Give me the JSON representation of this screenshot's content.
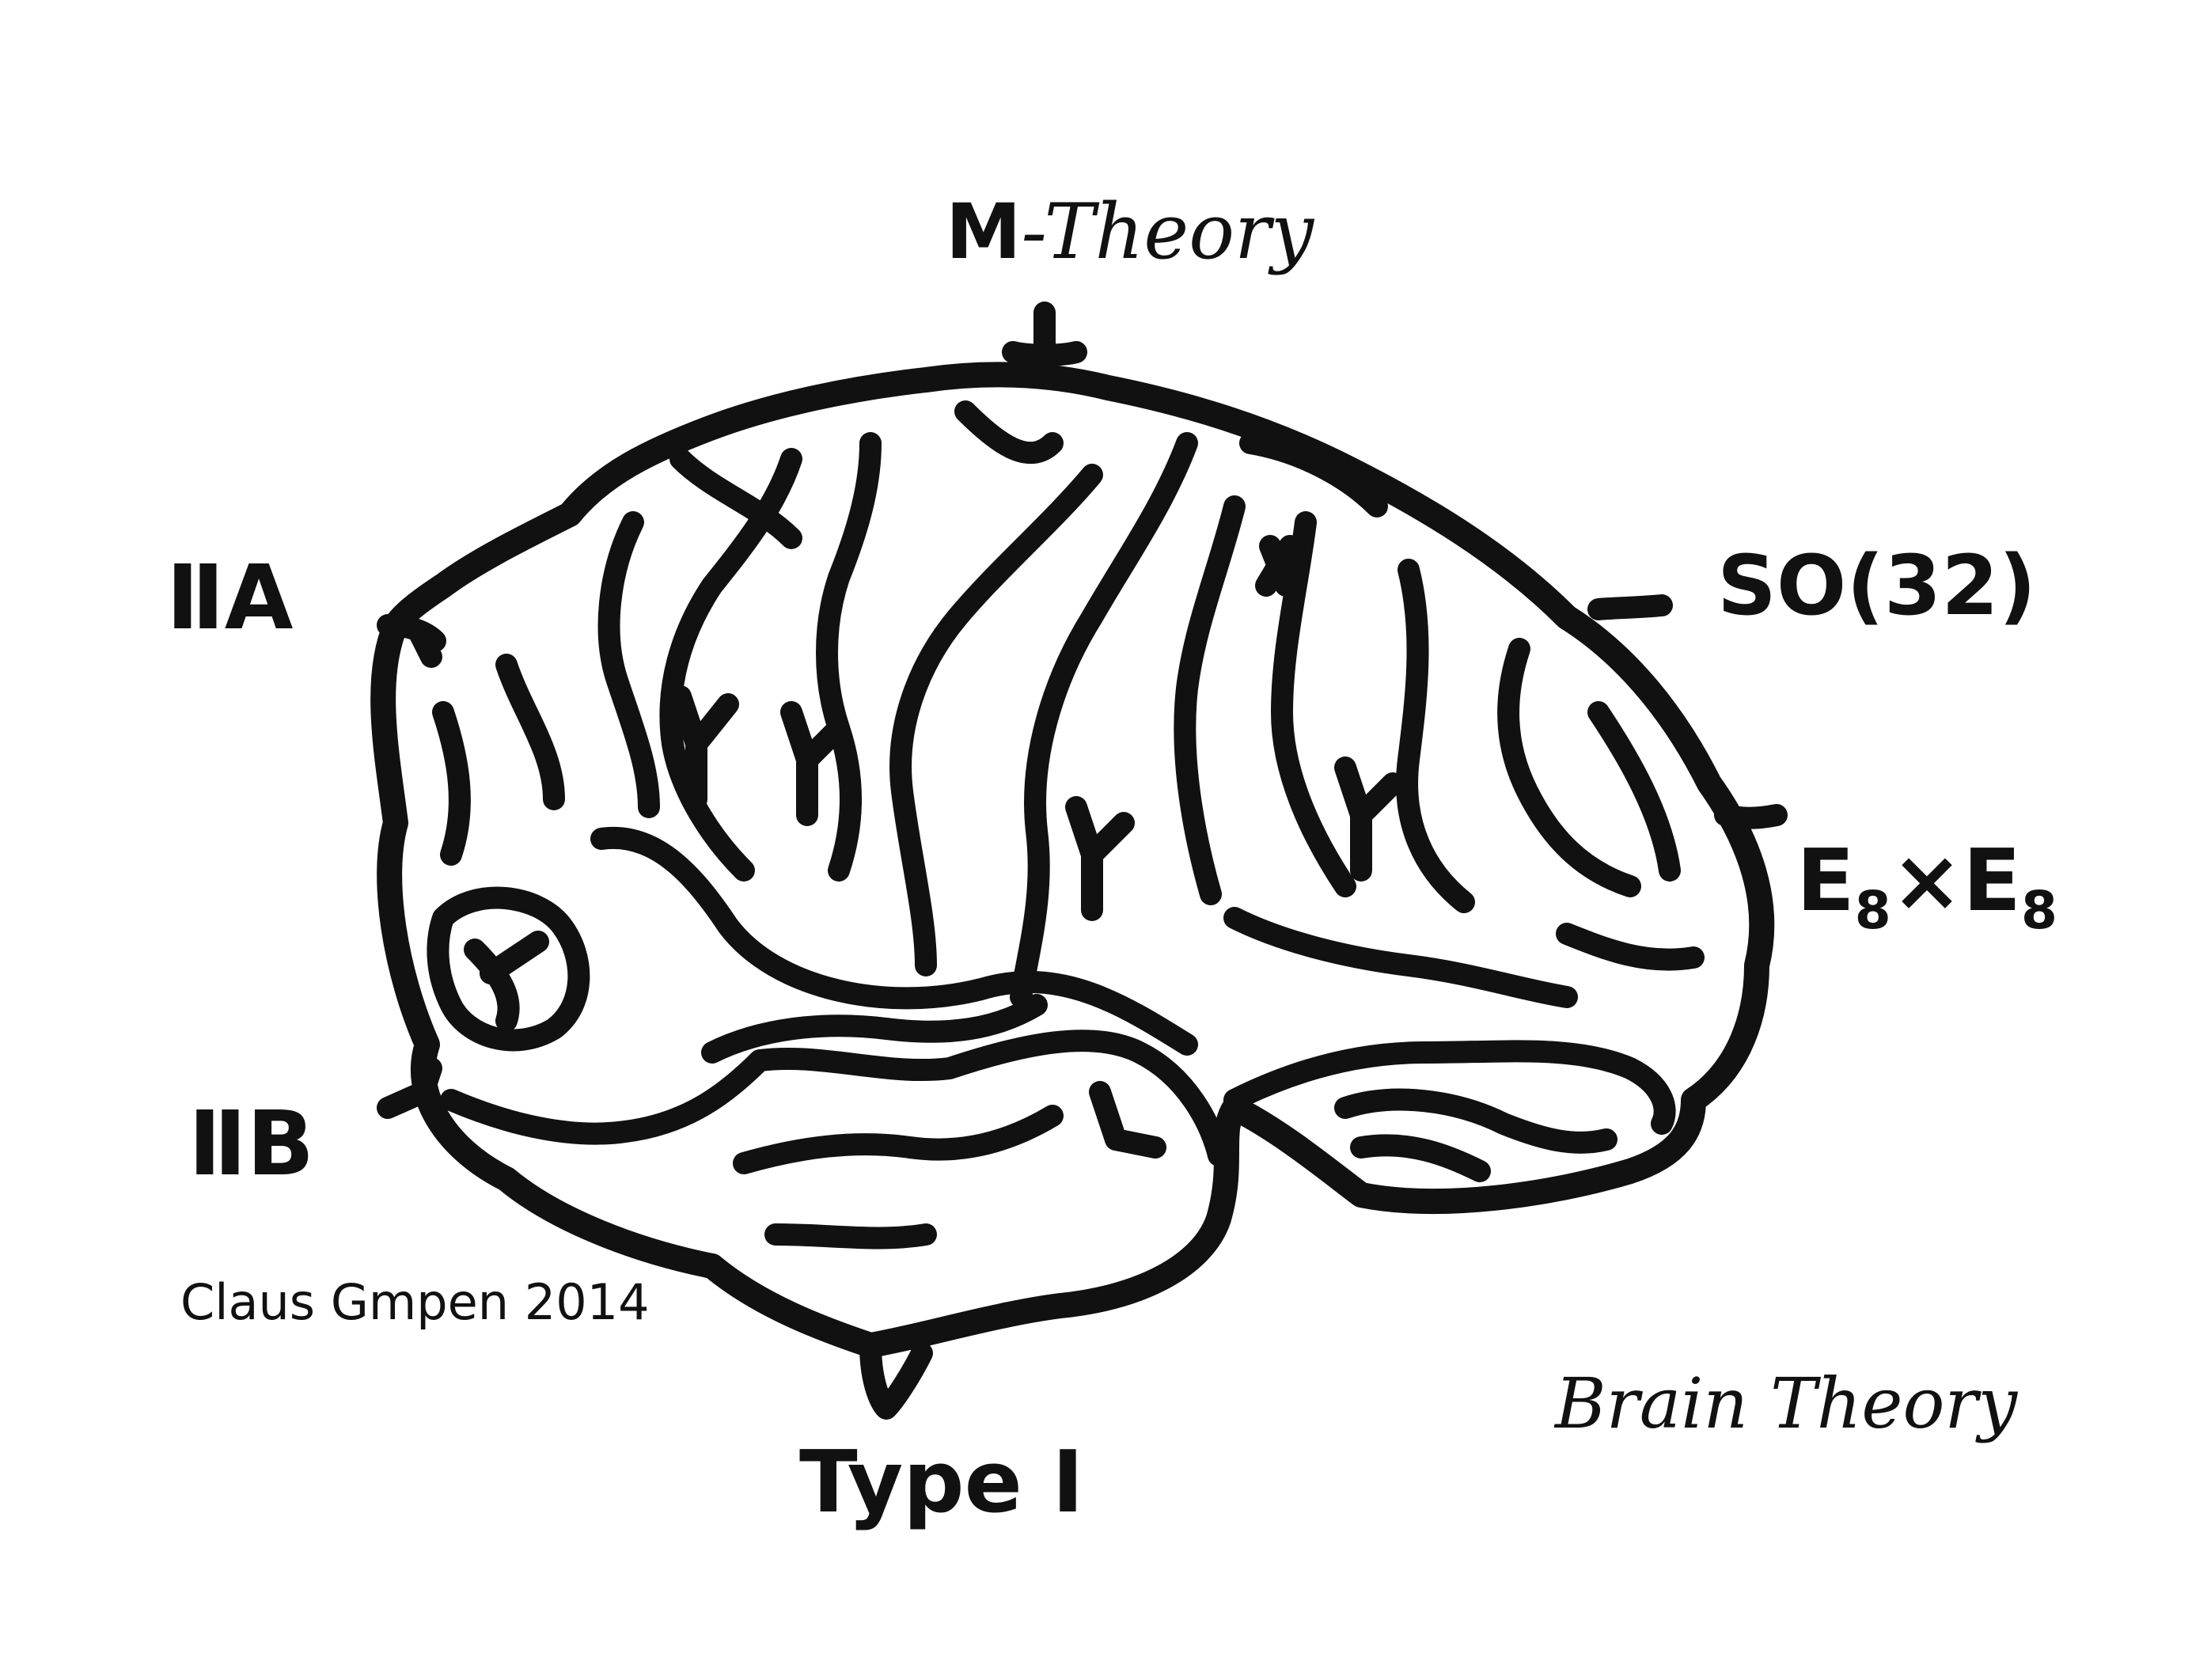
{
  "labels": {
    "top": {
      "bold_part": "M",
      "rest": "-Theory"
    },
    "upper_left": "ⅡA",
    "lower_left": "ⅡB",
    "upper_right": "SO(32)",
    "right": {
      "e": "E",
      "sub": "8",
      "times": "×"
    },
    "bottom": "Type I"
  },
  "signature": "Claus Gmpen 2014",
  "title": "Brain Theory",
  "colors": {
    "ink": "#111111",
    "paper": "#ffffff"
  }
}
